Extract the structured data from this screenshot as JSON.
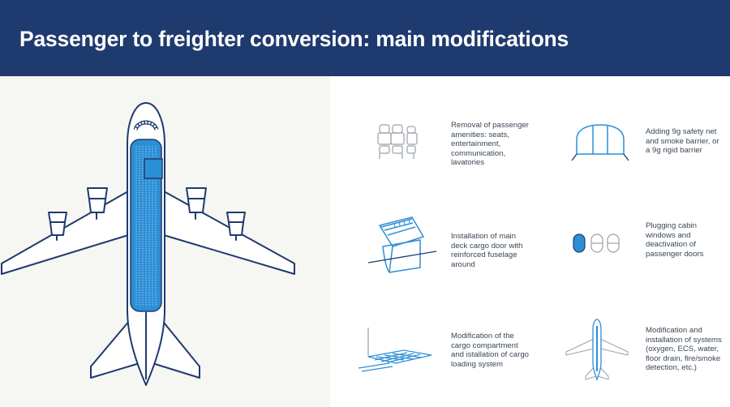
{
  "header": {
    "title": "Passenger to freighter conversion: main modifications"
  },
  "colors": {
    "navy": "#1f3a6e",
    "blue": "#2b8fd6",
    "gray": "#9aa1a8"
  },
  "modifications": [
    {
      "icon": "seats-icon",
      "text": "Removal of passenger\namenities: seats,\nentertainment,\ncommunication,\nlavatories"
    },
    {
      "icon": "safety-net-icon",
      "text": "Adding 9g safety net\nand smoke barrier, or\na 9g rigid barrier"
    },
    {
      "icon": "cargo-door-icon",
      "text": "Installation of main\ndeck cargo door with\nreinforced fuselage\naround"
    },
    {
      "icon": "cabin-windows-icon",
      "text": "Plugging cabin\nwindows and\ndeactivation of\npassenger doors"
    },
    {
      "icon": "cargo-loading-icon",
      "text": "Modification of the\ncargo compartment\nand istallation of cargo\nloading system"
    },
    {
      "icon": "aircraft-systems-icon",
      "text": "Modification and\ninstallation of systems\n(oxygen, ECS, water,\nfloor drain, fire/smoke\ndetection, etc.)"
    }
  ]
}
